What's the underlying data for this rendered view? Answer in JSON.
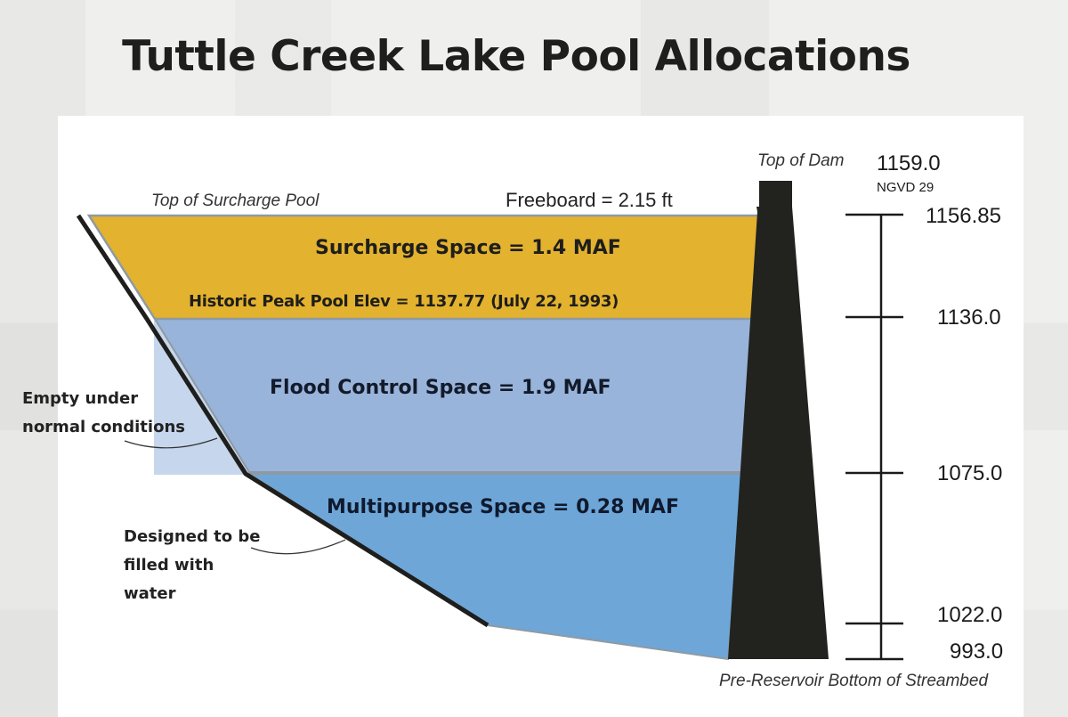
{
  "title": "Tuttle Creek Lake Pool Allocations",
  "colors": {
    "surcharge": "#e3b22e",
    "flood_control": "#98b4da",
    "multipurpose": "#6fa6d8",
    "empty_zone": "#c6d6ec",
    "dam": "#22231f",
    "outline": "#8e9aa3"
  },
  "labels": {
    "top_of_surcharge_pool": "Top of Surcharge Pool",
    "freeboard": "Freeboard =  2.15 ft",
    "top_of_dam": "Top of Dam",
    "datum": "NGVD 29",
    "bottom_of_streambed": "Pre-Reservoir Bottom of Streambed"
  },
  "pools": [
    {
      "name": "Surcharge",
      "label": "Surcharge Space = 1.4 MAF",
      "volume_maf": 1.4
    },
    {
      "name": "Flood Control",
      "label": "Flood Control Space = 1.9 MAF",
      "volume_maf": 1.9
    },
    {
      "name": "Multipurpose",
      "label": "Multipurpose Space = 0.28 MAF",
      "volume_maf": 0.28
    }
  ],
  "historic_peak": "Historic Peak Pool Elev = 1137.77  (July 22, 1993)",
  "annotations": {
    "empty_line1": "Empty under",
    "empty_line2": "normal conditions",
    "filled_line1": "Designed to be",
    "filled_line2": "filled with",
    "filled_line3": "water"
  },
  "elevations": {
    "top_of_dam": "1159.0",
    "top_of_surcharge": "1156.85",
    "top_of_flood_control": "1136.0",
    "top_of_multipurpose": "1075.0",
    "inactive": "1022.0",
    "streambed": "993.0"
  },
  "chart_data": {
    "type": "diagram",
    "title": "Tuttle Creek Lake Pool Allocations",
    "datum": "NGVD 29",
    "elevation_scale_ft": [
      1156.85,
      1136.0,
      1075.0,
      1022.0,
      993.0
    ],
    "top_of_dam_ft": 1159.0,
    "freeboard_ft": 2.15,
    "historic_peak_pool_ft": 1137.77,
    "historic_peak_date": "July 22, 1993",
    "zones": [
      {
        "name": "Surcharge Space",
        "volume_maf": 1.4,
        "top_ft": 1156.85,
        "bottom_ft": 1136.0
      },
      {
        "name": "Flood Control Space",
        "volume_maf": 1.9,
        "top_ft": 1136.0,
        "bottom_ft": 1075.0
      },
      {
        "name": "Multipurpose Space",
        "volume_maf": 0.28,
        "top_ft": 1075.0,
        "bottom_ft": 993.0
      }
    ]
  }
}
